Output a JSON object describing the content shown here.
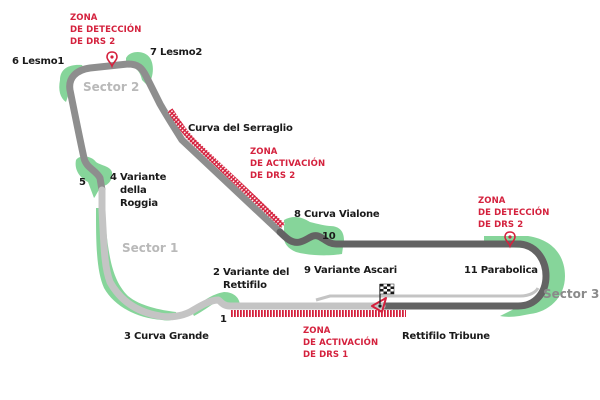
{
  "colors": {
    "track_sector1": "#c4c4c4",
    "track_sector2": "#8e8e8e",
    "track_sector3": "#636363",
    "runoff": "#86d59a",
    "drs": "#d4213d",
    "label": "#1a1a1a"
  },
  "corners": [
    {
      "id": "c1",
      "number": "1",
      "name": ""
    },
    {
      "id": "c2",
      "number": "2",
      "name": "Variante del Rettifilo",
      "lines": [
        "2 Variante del",
        "Rettifilo"
      ]
    },
    {
      "id": "c3",
      "number": "3",
      "name": "Curva Grande",
      "lines": [
        "3 Curva Grande"
      ]
    },
    {
      "id": "c4",
      "number": "4",
      "name": "Variante della Roggia",
      "lines": [
        "4 Variante",
        "della",
        "Roggia"
      ]
    },
    {
      "id": "c5",
      "number": "5",
      "name": ""
    },
    {
      "id": "c6",
      "number": "6",
      "name": "Lesmo1",
      "lines": [
        "6 Lesmo1"
      ]
    },
    {
      "id": "c7",
      "number": "7",
      "name": "Lesmo2",
      "lines": [
        "7 Lesmo2"
      ]
    },
    {
      "id": "c8",
      "number": "8",
      "name": "Curva Vialone",
      "lines": [
        "8 Curva Vialone"
      ]
    },
    {
      "id": "c9",
      "number": "9",
      "name": "Variante Ascari",
      "lines": [
        "9 Variante Ascari"
      ]
    },
    {
      "id": "c10",
      "number": "10",
      "name": ""
    },
    {
      "id": "c11",
      "number": "11",
      "name": "Parabolica",
      "lines": [
        "11 Parabolica"
      ]
    }
  ],
  "other_labels": {
    "serraglio": "Curva del Serraglio",
    "tribune": "Rettifilo Tribune"
  },
  "sectors": {
    "s1": "Sector 1",
    "s2": "Sector 2",
    "s3": "Sector 3"
  },
  "drs_zones": {
    "detection_top": [
      "ZONA",
      "DE DETECCIÓN",
      "DE DRS 2"
    ],
    "activation_2": [
      "ZONA",
      "DE ACTIVACIÓN",
      "DE DRS 2"
    ],
    "detection_right": [
      "ZONA",
      "DE DETECCIÓN",
      "DE DRS 2"
    ],
    "activation_1": [
      "ZONA",
      "DE ACTIVACIÓN",
      "DE DRS 1"
    ]
  },
  "icons": {
    "detection_marker": "map-pin-icon",
    "finish_flag": "checkered-flag-icon",
    "start_direction": "direction-triangle-icon"
  }
}
